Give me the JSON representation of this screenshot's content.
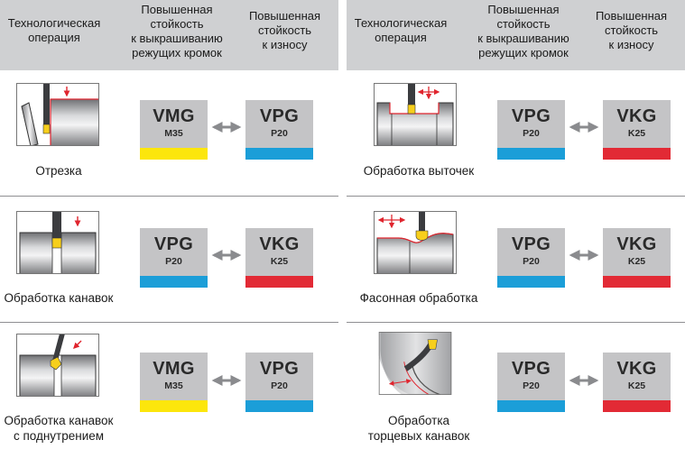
{
  "colors": {
    "M35": "#fce60c",
    "P20": "#1b9ed8",
    "K25": "#e22a35"
  },
  "header": {
    "operation": "Технологическая\nоперация",
    "chipping": "Повышенная\nстойкость\nк выкрашиванию\nрежущих кромок",
    "wear": "Повышенная\nстойкость\nк износу"
  },
  "rows": [
    {
      "operation": "Отрезка",
      "icon": "parting-off-icon",
      "chipping_grade": {
        "code": "VMG",
        "iso": "M35"
      },
      "wear_grade": {
        "code": "VPG",
        "iso": "P20"
      }
    },
    {
      "operation": "Обработка канавок",
      "icon": "grooving-icon",
      "chipping_grade": {
        "code": "VPG",
        "iso": "P20"
      },
      "wear_grade": {
        "code": "VKG",
        "iso": "K25"
      }
    },
    {
      "operation": "Обработка канавок\nс поднутрением",
      "icon": "undercut-grooving-icon",
      "chipping_grade": {
        "code": "VMG",
        "iso": "M35"
      },
      "wear_grade": {
        "code": "VPG",
        "iso": "P20"
      }
    },
    {
      "operation": "Обработка выточек",
      "icon": "recess-machining-icon",
      "chipping_grade": {
        "code": "VPG",
        "iso": "P20"
      },
      "wear_grade": {
        "code": "VKG",
        "iso": "K25"
      }
    },
    {
      "operation": "Фасонная обработка",
      "icon": "profiling-icon",
      "chipping_grade": {
        "code": "VPG",
        "iso": "P20"
      },
      "wear_grade": {
        "code": "VKG",
        "iso": "K25"
      }
    },
    {
      "operation": "Обработка\nторцевых канавок",
      "icon": "face-grooving-icon",
      "chipping_grade": {
        "code": "VPG",
        "iso": "P20"
      },
      "wear_grade": {
        "code": "VKG",
        "iso": "K25"
      }
    }
  ]
}
